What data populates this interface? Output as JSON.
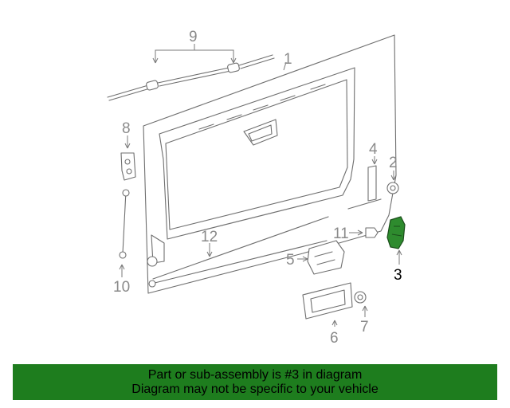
{
  "callouts": {
    "c1": "1",
    "c2": "2",
    "c3": "3",
    "c4": "4",
    "c5": "5",
    "c6": "6",
    "c7": "7",
    "c8": "8",
    "c9": "9",
    "c10": "10",
    "c11": "11",
    "c12": "12"
  },
  "highlight_part": "3",
  "colors": {
    "banner_background": "#1e7d1e",
    "highlight_part": "#2e8b2e",
    "line_art": "#6f6f6f",
    "callout_text": "#8a8a8a"
  },
  "banner": {
    "line1": "Part or sub-assembly is #3 in diagram",
    "line2": "Diagram may not be specific to your vehicle"
  }
}
